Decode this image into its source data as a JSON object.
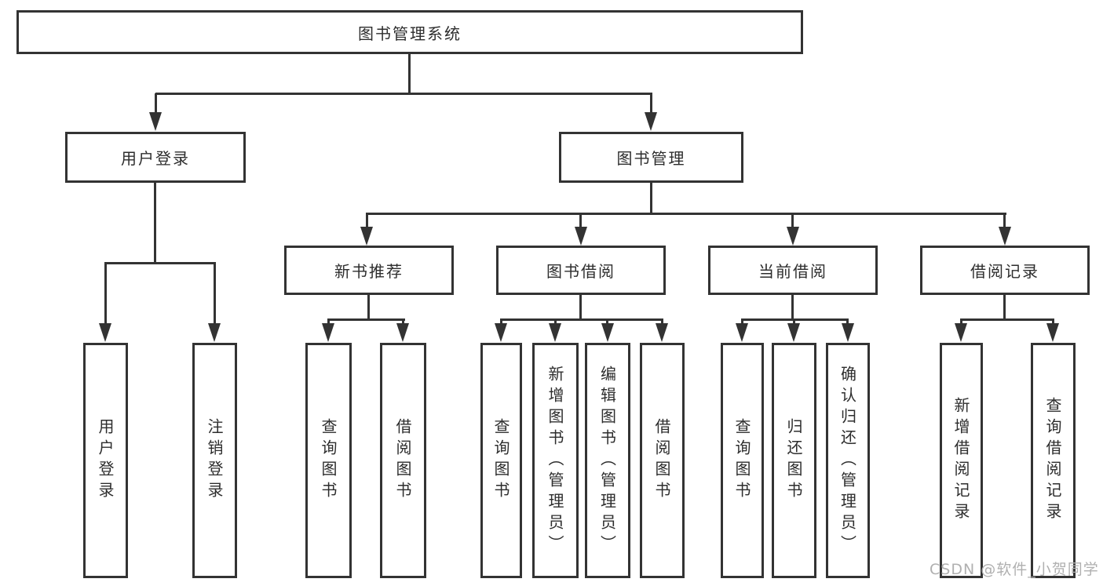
{
  "title": {
    "label": "图书管理系统"
  },
  "level2": {
    "user_login": {
      "label": "用户登录"
    },
    "book_mgmt": {
      "label": "图书管理"
    }
  },
  "level3": {
    "new_books": {
      "label": "新书推荐"
    },
    "borrow": {
      "label": "图书借阅"
    },
    "current": {
      "label": "当前借阅"
    },
    "records": {
      "label": "借阅记录"
    }
  },
  "leaves": {
    "user_login": [
      "用户登录",
      "注销登录"
    ],
    "new_books": [
      "查询图书",
      "借阅图书"
    ],
    "borrow": [
      "查询图书",
      "新增图书（管理员）",
      "编辑图书（管理员）",
      "借阅图书"
    ],
    "current": [
      "查询图书",
      "归还图书",
      "确认归还（管理员）"
    ],
    "records": [
      "新增借阅记录",
      "查询借阅记录"
    ]
  },
  "watermark": "CSDN @软件_小贺同学",
  "colors": {
    "line": "#333333",
    "text": "#2d2d2d",
    "background": "#ffffff",
    "watermark": "#b0b0b0"
  }
}
